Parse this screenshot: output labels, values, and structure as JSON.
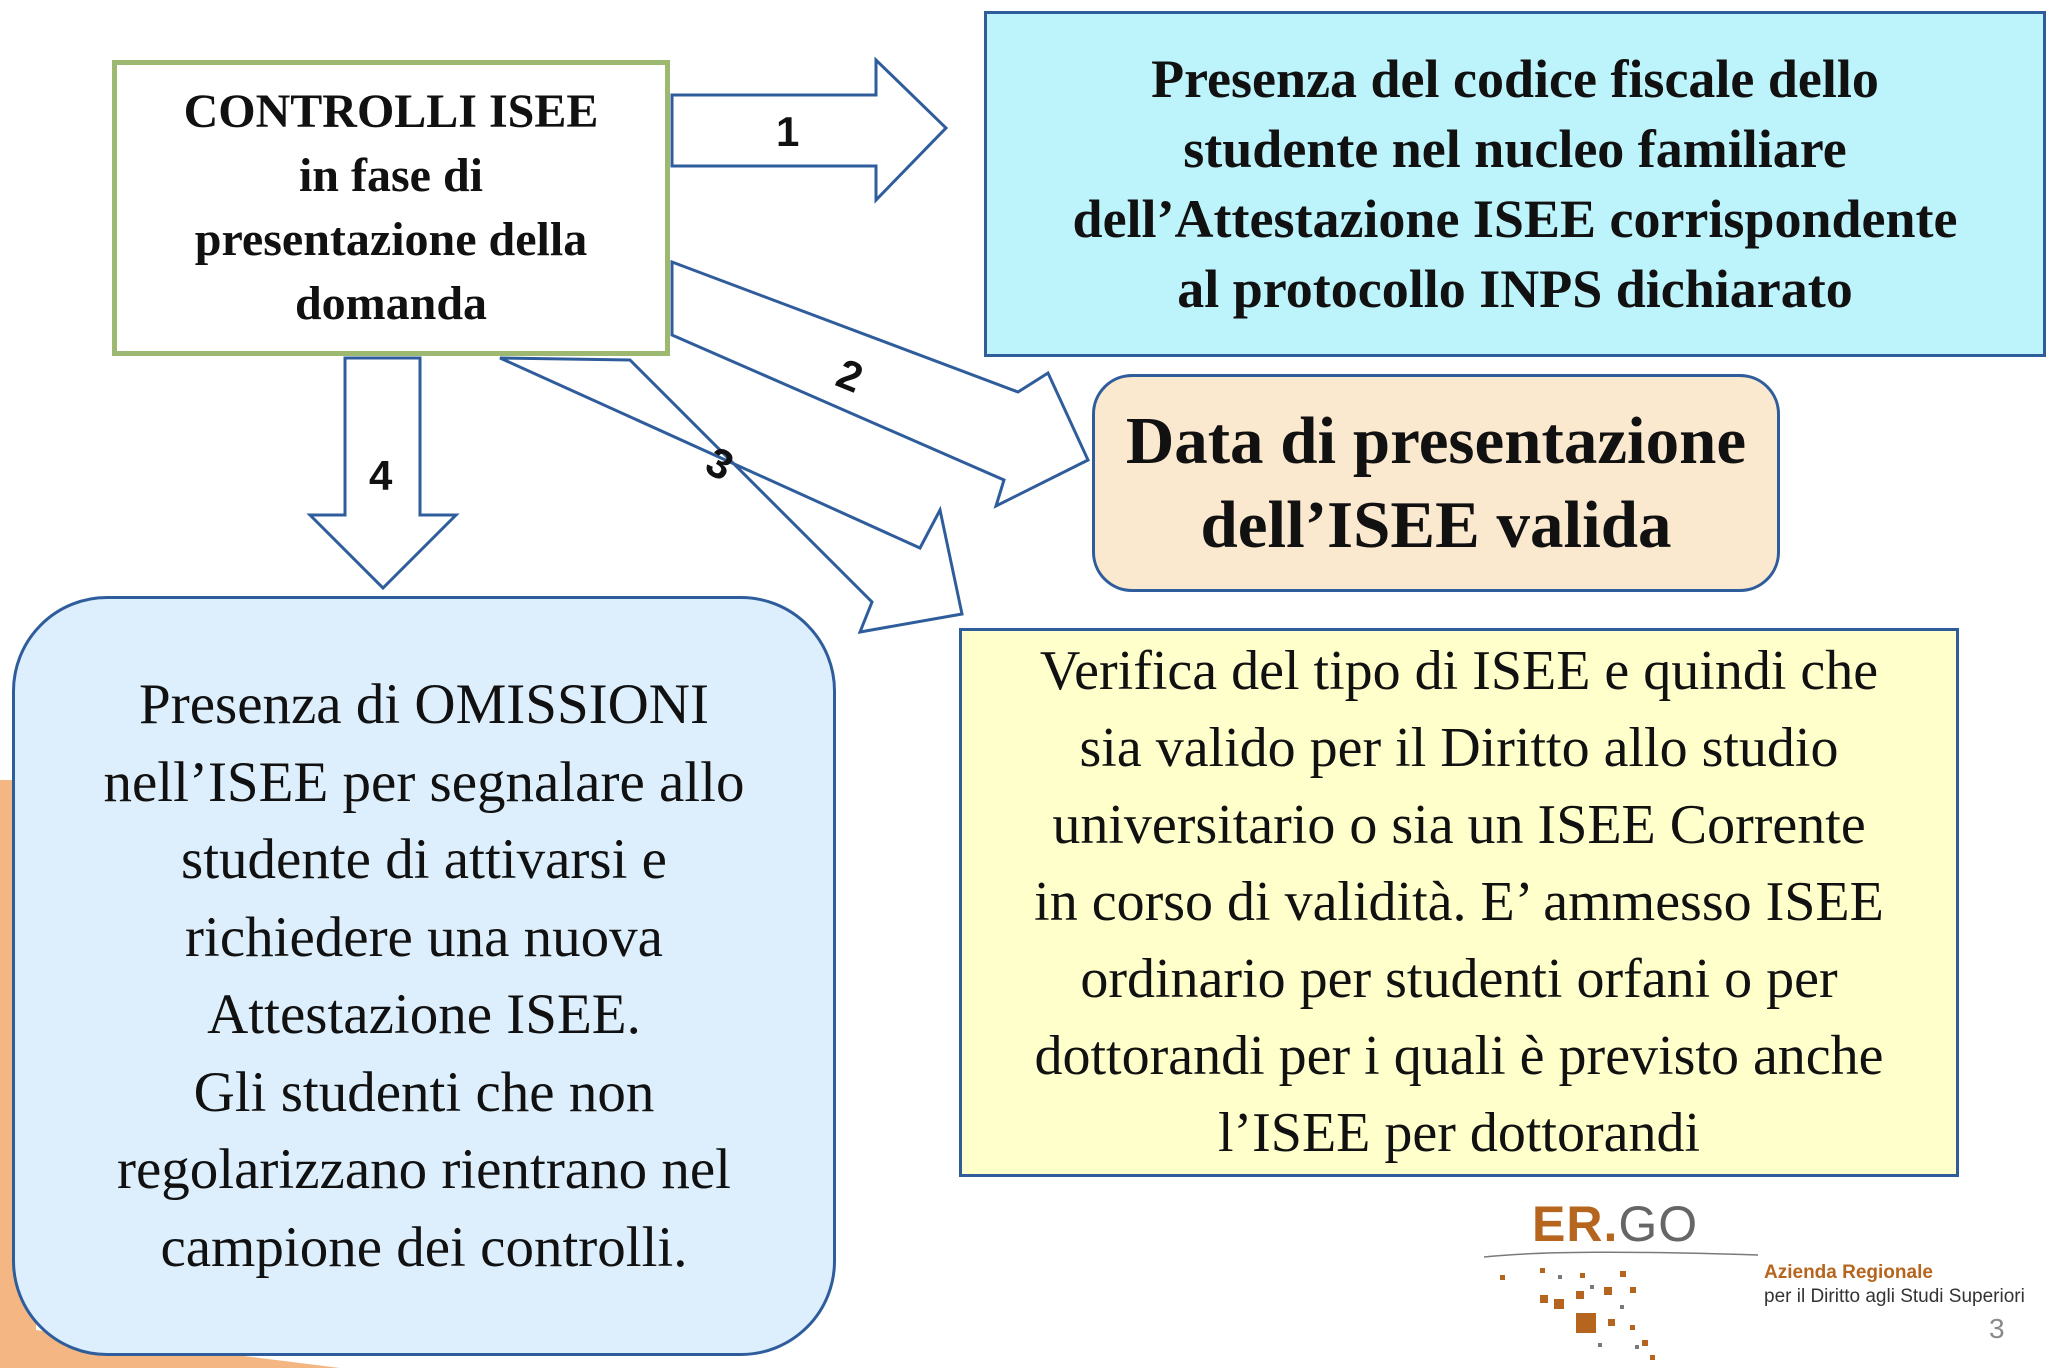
{
  "main_box": {
    "text": "CONTROLLI  ISEE\nin fase di\npresentazione della\ndomanda"
  },
  "arrows": [
    {
      "label": "1"
    },
    {
      "label": "2"
    },
    {
      "label": "3"
    },
    {
      "label": "4"
    }
  ],
  "box_1": {
    "text": "Presenza del codice fiscale dello\nstudente nel nucleo familiare\ndell’Attestazione ISEE corrispondente\nal protocollo INPS dichiarato"
  },
  "box_2": {
    "text": "Data di presentazione\ndell’ISEE valida"
  },
  "box_3": {
    "text": "Verifica del tipo di ISEE e quindi che\nsia valido per il Diritto allo studio\nuniversitario  o sia un ISEE Corrente\nin corso di validità. E’ ammesso ISEE\nordinario per studenti orfani o per\ndottorandi per i quali è previsto anche\nl’ISEE per dottorandi"
  },
  "box_4": {
    "text": "Presenza di OMISSIONI\nnell’ISEE per segnalare  allo\nstudente di attivarsi e\nrichiedere una nuova\nAttestazione ISEE.\nGli studenti che non\nregolarizzano rientrano nel\ncampione dei controlli."
  },
  "logo": {
    "brand_bold": "ER.",
    "brand_light": "GO",
    "line1": "Azienda Regionale",
    "line2": "per il Diritto agli Studi Superiori"
  },
  "page_number": "3",
  "colors": {
    "box_1_fill": "#bdf3fb",
    "box_2_fill": "#fbe9cf",
    "box_3_fill": "#ffffcc",
    "box_4_fill": "#ddeffc",
    "main_box_border": "#9cb871",
    "arrow_stroke": "#2f5d9c",
    "logo_accent": "#b5651d",
    "corner_accent": "#f4b783"
  }
}
